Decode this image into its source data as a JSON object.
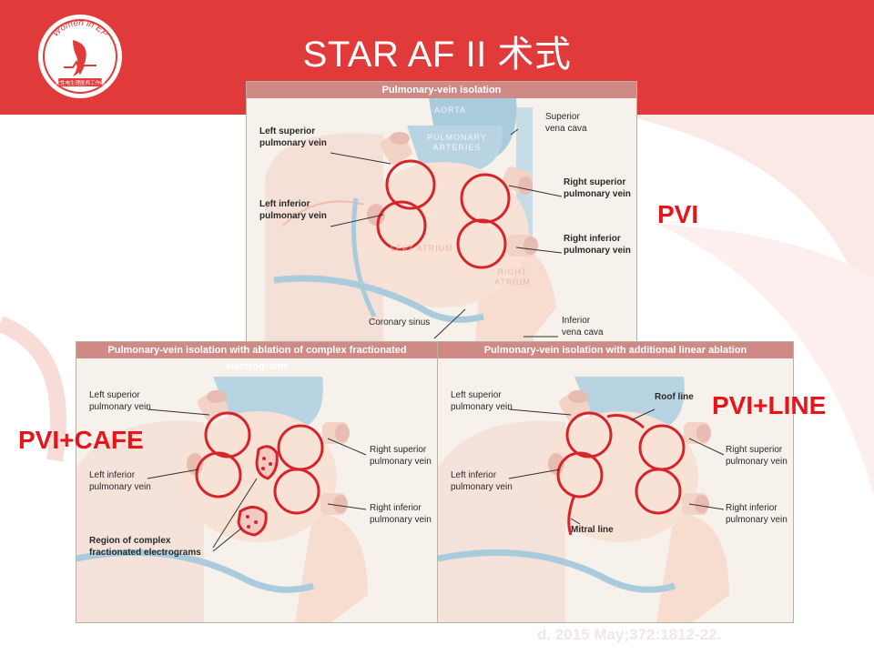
{
  "title": "STAR  AF II 术式",
  "logo": {
    "text": "Women in EP",
    "subtext": "女性电生理医师工作组",
    "color": "#e03a3a"
  },
  "colors": {
    "banner": "#e03a3a",
    "tag": "#e8141a",
    "panel_header": "#cf8a86",
    "lesion": "#d6242b"
  },
  "panel_top": {
    "header": "Pulmonary-vein isolation",
    "anat": {
      "aorta": "AORTA",
      "pulmonary_arteries": "PULMONARY\nARTERIES",
      "left_atrium": "LEFT ATRIUM",
      "right_atrium": "RIGHT\nATRIUM"
    },
    "labels": {
      "lspv": "Left superior\npulmonary vein",
      "lipv": "Left inferior\npulmonary vein",
      "svc": "Superior\nvena cava",
      "rspv": "Right superior\npulmonary vein",
      "ripv": "Right inferior\npulmonary vein",
      "cs": "Coronary sinus",
      "ivc": "Inferior\nvena cava"
    }
  },
  "panel_left": {
    "header": "Pulmonary-vein isolation with ablation of complex fractionated electrograms",
    "labels": {
      "lspv": "Left superior\npulmonary vein",
      "lipv": "Left inferior\npulmonary vein",
      "rspv": "Right superior\npulmonary vein",
      "ripv": "Right inferior\npulmonary vein",
      "cfae": "Region of complex\nfractionated electrograms"
    }
  },
  "panel_right": {
    "header": "Pulmonary-vein isolation with additional linear ablation",
    "labels": {
      "lspv": "Left superior\npulmonary vein",
      "lipv": "Left inferior\npulmonary vein",
      "rspv": "Right superior\npulmonary vein",
      "ripv": "Right inferior\npulmonary vein",
      "roof": "Roof line",
      "mitral": "Mitral line"
    }
  },
  "tags": {
    "pvi": "PVI",
    "cafe": "PVI+CAFE",
    "line": "PVI+LINE"
  },
  "citation": "d. 2015 May;372:1812-22."
}
